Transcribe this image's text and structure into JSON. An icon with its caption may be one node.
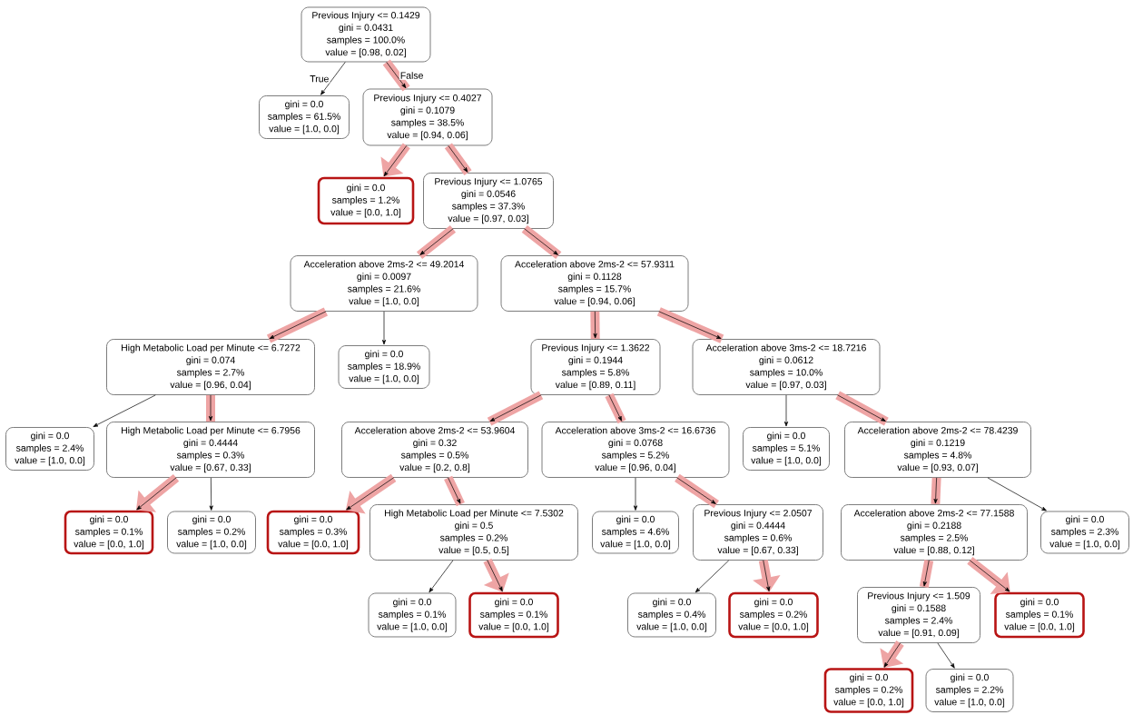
{
  "diagram": {
    "nodes": [
      {
        "text": [
          "Previous Injury <= 0.1429",
          "gini = 0.0431",
          "samples = 100.0%",
          "value = [0.98, 0.02]"
        ]
      },
      {
        "text": [
          "gini = 0.0",
          "samples = 61.5%",
          "value = [1.0, 0.0]"
        ]
      },
      {
        "text": [
          "Previous Injury <= 0.4027",
          "gini = 0.1079",
          "samples = 38.5%",
          "value = [0.94, 0.06]"
        ]
      },
      {
        "text": [
          "gini = 0.0",
          "samples = 1.2%",
          "value = [0.0, 1.0]"
        ]
      },
      {
        "text": [
          "Previous Injury <= 1.0765",
          "gini = 0.0546",
          "samples = 37.3%",
          "value = [0.97, 0.03]"
        ]
      },
      {
        "text": [
          "Acceleration above 2ms-2 <= 49.2014",
          "gini = 0.0097",
          "samples = 21.6%",
          "value = [1.0, 0.0]"
        ]
      },
      {
        "text": [
          "Acceleration above 2ms-2 <= 57.9311",
          "gini = 0.1128",
          "samples = 15.7%",
          "value = [0.94, 0.06]"
        ]
      },
      {
        "text": [
          "High Metabolic Load per Minute <= 6.7272",
          "gini = 0.074",
          "samples = 2.7%",
          "value = [0.96, 0.04]"
        ]
      },
      {
        "text": [
          "gini = 0.0",
          "samples = 18.9%",
          "value = [1.0, 0.0]"
        ]
      },
      {
        "text": [
          "Previous Injury <= 1.3622",
          "gini = 0.1944",
          "samples = 5.8%",
          "value = [0.89, 0.11]"
        ]
      },
      {
        "text": [
          "Acceleration above 3ms-2 <= 18.7216",
          "gini = 0.0612",
          "samples = 10.0%",
          "value = [0.97, 0.03]"
        ]
      },
      {
        "text": [
          "gini = 0.0",
          "samples = 2.4%",
          "value = [1.0, 0.0]"
        ]
      },
      {
        "text": [
          "High Metabolic Load per Minute <= 6.7956",
          "gini = 0.4444",
          "samples = 0.3%",
          "value = [0.67, 0.33]"
        ]
      },
      {
        "text": [
          "Acceleration above 2ms-2 <= 53.9604",
          "gini = 0.32",
          "samples = 0.5%",
          "value = [0.2, 0.8]"
        ]
      },
      {
        "text": [
          "Acceleration above 3ms-2 <= 16.6736",
          "gini = 0.0768",
          "samples = 5.2%",
          "value = [0.96, 0.04]"
        ]
      },
      {
        "text": [
          "gini = 0.0",
          "samples = 5.1%",
          "value = [1.0, 0.0]"
        ]
      },
      {
        "text": [
          "Acceleration above 2ms-2 <= 78.4239",
          "gini = 0.1219",
          "samples = 4.8%",
          "value = [0.93, 0.07]"
        ]
      },
      {
        "text": [
          "gini = 0.0",
          "samples = 0.1%",
          "value = [0.0, 1.0]"
        ]
      },
      {
        "text": [
          "gini = 0.0",
          "samples = 0.2%",
          "value = [1.0, 0.0]"
        ]
      },
      {
        "text": [
          "gini = 0.0",
          "samples = 0.3%",
          "value = [0.0, 1.0]"
        ]
      },
      {
        "text": [
          "High Metabolic Load per Minute <= 7.5302",
          "gini = 0.5",
          "samples = 0.2%",
          "value = [0.5, 0.5]"
        ]
      },
      {
        "text": [
          "gini = 0.0",
          "samples = 4.6%",
          "value = [1.0, 0.0]"
        ]
      },
      {
        "text": [
          "Previous Injury <= 2.0507",
          "gini = 0.4444",
          "samples = 0.6%",
          "value = [0.67, 0.33]"
        ]
      },
      {
        "text": [
          "Acceleration above 2ms-2 <= 77.1588",
          "gini = 0.2188",
          "samples = 2.5%",
          "value = [0.88, 0.12]"
        ]
      },
      {
        "text": [
          "gini = 0.0",
          "samples = 2.3%",
          "value = [1.0, 0.0]"
        ]
      },
      {
        "text": [
          "gini = 0.0",
          "samples = 0.1%",
          "value = [1.0, 0.0]"
        ]
      },
      {
        "text": [
          "gini = 0.0",
          "samples = 0.1%",
          "value = [0.0, 1.0]"
        ]
      },
      {
        "text": [
          "gini = 0.0",
          "samples = 0.4%",
          "value = [1.0, 0.0]"
        ]
      },
      {
        "text": [
          "gini = 0.0",
          "samples = 0.2%",
          "value = [0.0, 1.0]"
        ]
      },
      {
        "text": [
          "Previous Injury <= 1.509",
          "gini = 0.1588",
          "samples = 2.4%",
          "value = [0.91, 0.09]"
        ]
      },
      {
        "text": [
          "gini = 0.0",
          "samples = 0.1%",
          "value = [0.0, 1.0]"
        ]
      },
      {
        "text": [
          "gini = 0.0",
          "samples = 0.2%",
          "value = [0.0, 1.0]"
        ]
      },
      {
        "text": [
          "gini = 0.0",
          "samples = 2.2%",
          "value = [1.0, 0.0]"
        ]
      }
    ],
    "edges": [
      {
        "from": 0,
        "to": 1,
        "arrow": "to",
        "label": "True"
      },
      {
        "from": 0,
        "to": 2,
        "arrow": "to",
        "label": "False"
      },
      {
        "from": 2,
        "to": 3,
        "arrow": "to"
      },
      {
        "from": 2,
        "to": 4,
        "arrow": "to"
      },
      {
        "from": 4,
        "to": 5,
        "arrow": "to"
      },
      {
        "from": 4,
        "to": 6,
        "arrow": "to"
      },
      {
        "from": 5,
        "to": 7,
        "arrow": "to"
      },
      {
        "from": 5,
        "to": 8,
        "arrow": "to"
      },
      {
        "from": 6,
        "to": 9,
        "arrow": "to"
      },
      {
        "from": 6,
        "to": 10,
        "arrow": "to"
      },
      {
        "from": 7,
        "to": 11,
        "arrow": "to"
      },
      {
        "from": 7,
        "to": 12,
        "arrow": "to"
      },
      {
        "from": 9,
        "to": 13,
        "arrow": "to"
      },
      {
        "from": 9,
        "to": 14,
        "arrow": "to"
      },
      {
        "from": 10,
        "to": 15,
        "arrow": "to"
      },
      {
        "from": 10,
        "to": 16,
        "arrow": "to"
      },
      {
        "from": 12,
        "to": 17,
        "arrow": "to"
      },
      {
        "from": 12,
        "to": 18,
        "arrow": "to"
      },
      {
        "from": 13,
        "to": 19,
        "arrow": "to"
      },
      {
        "from": 13,
        "to": 20,
        "arrow": "to"
      },
      {
        "from": 14,
        "to": 21,
        "arrow": "to"
      },
      {
        "from": 14,
        "to": 22,
        "arrow": "to"
      },
      {
        "from": 16,
        "to": 23,
        "arrow": "to"
      },
      {
        "from": 16,
        "to": 24,
        "arrow": "to"
      },
      {
        "from": 20,
        "to": 25,
        "arrow": "to"
      },
      {
        "from": 20,
        "to": 26,
        "arrow": "to"
      },
      {
        "from": 22,
        "to": 27,
        "arrow": "to"
      },
      {
        "from": 22,
        "to": 28,
        "arrow": "to"
      },
      {
        "from": 23,
        "to": 29,
        "arrow": "to"
      },
      {
        "from": 23,
        "to": 30,
        "arrow": "to"
      },
      {
        "from": 29,
        "to": 31,
        "arrow": "to"
      },
      {
        "from": 29,
        "to": 32,
        "arrow": "to"
      },
      {
        "from": 0,
        "to": 2,
        "arrow": "none",
        "style": "thick",
        "color": "#eea4a4"
      },
      {
        "from": 2,
        "to": 3,
        "arrow": "to",
        "style": "thick",
        "color": "#eea4a4"
      },
      {
        "from": 2,
        "to": 4,
        "arrow": "none",
        "style": "thick",
        "color": "#eea4a4"
      },
      {
        "from": 4,
        "to": 5,
        "arrow": "none",
        "style": "thick",
        "color": "#eea4a4"
      },
      {
        "from": 5,
        "to": 7,
        "arrow": "none",
        "style": "thick",
        "color": "#eea4a4"
      },
      {
        "from": 7,
        "to": 12,
        "arrow": "none",
        "style": "thick",
        "color": "#eea4a4"
      },
      {
        "from": 12,
        "to": 17,
        "arrow": "to",
        "style": "thick",
        "color": "#eea4a4"
      },
      {
        "from": 4,
        "to": 6,
        "arrow": "none",
        "style": "thick",
        "color": "#eea4a4"
      },
      {
        "from": 6,
        "to": 9,
        "arrow": "none",
        "style": "thick",
        "color": "#eea4a4"
      },
      {
        "from": 9,
        "to": 13,
        "arrow": "none",
        "style": "thick",
        "color": "#eea4a4"
      },
      {
        "from": 13,
        "to": 19,
        "arrow": "to",
        "style": "thick",
        "color": "#eea4a4"
      },
      {
        "from": 13,
        "to": 20,
        "arrow": "none",
        "style": "thick",
        "color": "#eea4a4"
      },
      {
        "from": 20,
        "to": 26,
        "arrow": "to",
        "style": "thick",
        "color": "#eea4a4"
      },
      {
        "from": 9,
        "to": 14,
        "arrow": "none",
        "style": "thick",
        "color": "#eea4a4"
      },
      {
        "from": 14,
        "to": 22,
        "arrow": "none",
        "style": "thick",
        "color": "#eea4a4"
      },
      {
        "from": 22,
        "to": 28,
        "arrow": "to",
        "style": "thick",
        "color": "#eea4a4"
      },
      {
        "from": 6,
        "to": 10,
        "arrow": "none",
        "style": "thick",
        "color": "#eea4a4"
      },
      {
        "from": 10,
        "to": 16,
        "arrow": "none",
        "style": "thick",
        "color": "#eea4a4"
      },
      {
        "from": 16,
        "to": 23,
        "arrow": "none",
        "style": "thick",
        "color": "#eea4a4"
      },
      {
        "from": 23,
        "to": 29,
        "arrow": "none",
        "style": "thick",
        "color": "#eea4a4"
      },
      {
        "from": 29,
        "to": 31,
        "arrow": "to",
        "style": "thick",
        "color": "#eea4a4"
      },
      {
        "from": 23,
        "to": 30,
        "arrow": "to",
        "style": "thick",
        "color": "#eea4a4"
      }
    ]
  }
}
